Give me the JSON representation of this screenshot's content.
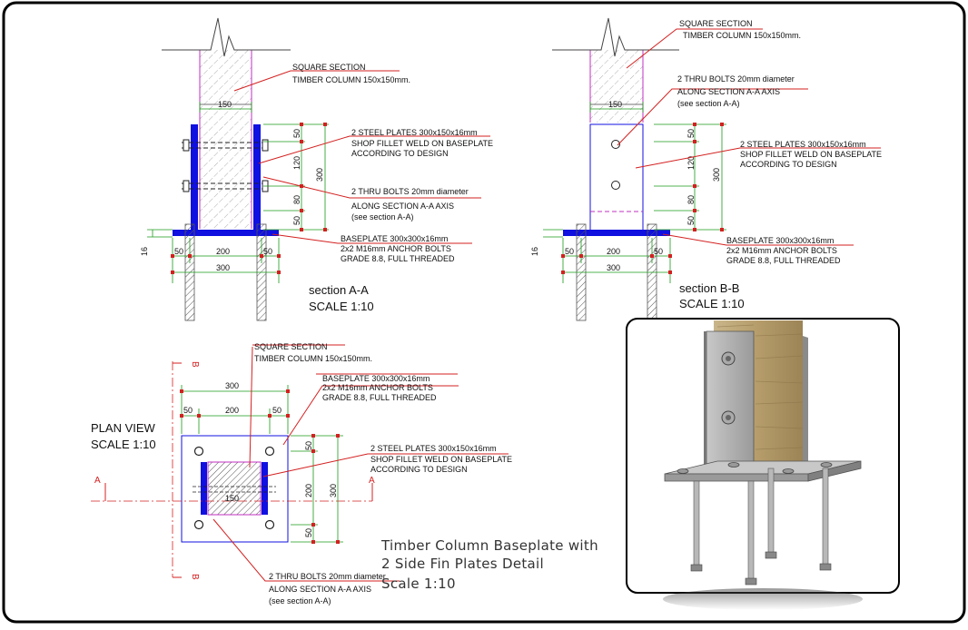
{
  "section_a": {
    "title": "section A-A",
    "scale": "SCALE 1:10",
    "notes": {
      "column_l1": "SQUARE SECTION",
      "column_l2": "TIMBER COLUMN 150x150mm.",
      "plates_l1": "2 STEEL PLATES 300x150x16mm",
      "plates_l2": "SHOP FILLET WELD ON BASEPLATE",
      "plates_l3": "ACCORDING TO DESIGN",
      "bolts_l1": "2 THRU BOLTS 20mm diameter",
      "bolts_l2": "ALONG SECTION A-A AXIS",
      "bolts_l3": "(see section A-A)",
      "base_l1": "BASEPLATE 300x300x16mm",
      "base_l2": "2x2 M16mm ANCHOR BOLTS",
      "base_l3": "GRADE 8.8, FULL THREADED"
    },
    "dims": {
      "col_width": "150",
      "v1": "50",
      "v2": "120",
      "v3": "80",
      "v4": "50",
      "v_total": "300",
      "thickness": "16",
      "h1": "50",
      "h2": "200",
      "h3": "50",
      "h_total": "300"
    }
  },
  "section_b": {
    "title": "section B-B",
    "scale": "SCALE 1:10",
    "notes": {
      "column_l1": "SQUARE SECTION",
      "column_l2": "TIMBER COLUMN 150x150mm.",
      "bolts_l1": "2 THRU BOLTS 20mm diameter",
      "bolts_l2": "ALONG SECTION A-A AXIS",
      "bolts_l3": "(see section A-A)",
      "plates_l1": "2 STEEL PLATES 300x150x16mm",
      "plates_l2": "SHOP FILLET WELD ON BASEPLATE",
      "plates_l3": "ACCORDING TO DESIGN",
      "base_l1": "BASEPLATE 300x300x16mm",
      "base_l2": "2x2 M16mm ANCHOR BOLTS",
      "base_l3": "GRADE 8.8, FULL THREADED"
    },
    "dims": {
      "col_width": "150",
      "v1": "50",
      "v2": "120",
      "v3": "80",
      "v4": "50",
      "v_total": "300",
      "thickness": "16",
      "h1": "50",
      "h2": "200",
      "h3": "50",
      "h_total": "300"
    }
  },
  "plan_view": {
    "title": "PLAN VIEW",
    "scale": "SCALE 1:10",
    "section_mark_a": "A",
    "section_mark_b": "B",
    "notes": {
      "column_l1": "SQUARE SECTION",
      "column_l2": "TIMBER COLUMN 150x150mm.",
      "base_l1": "BASEPLATE 300x300x16mm",
      "base_l2": "2x2 M16mm ANCHOR BOLTS",
      "base_l3": "GRADE 8.8, FULL THREADED",
      "plates_l1": "2 STEEL PLATES 300x150x16mm",
      "plates_l2": "SHOP FILLET WELD ON BASEPLATE",
      "plates_l3": "ACCORDING TO DESIGN",
      "bolts_l1": "2 THRU BOLTS 20mm diameter",
      "bolts_l2": "ALONG SECTION A-A AXIS",
      "bolts_l3": "(see section A-A)"
    },
    "dims": {
      "h_total": "300",
      "h1": "50",
      "h2": "200",
      "h3": "50",
      "v1": "50",
      "v2": "200",
      "v3": "50",
      "v_total": "300",
      "col_width": "150"
    }
  },
  "caption": {
    "line1": "Timber Column Baseplate with",
    "line2": "2 Side Fin Plates Detail",
    "line3": "Scale 1:10"
  },
  "colors": {
    "steel": "#1010e0",
    "leader": "#d42020",
    "dimension": "#1a9a1a",
    "timber_outline": "#c030c0",
    "frame": "#000000"
  }
}
